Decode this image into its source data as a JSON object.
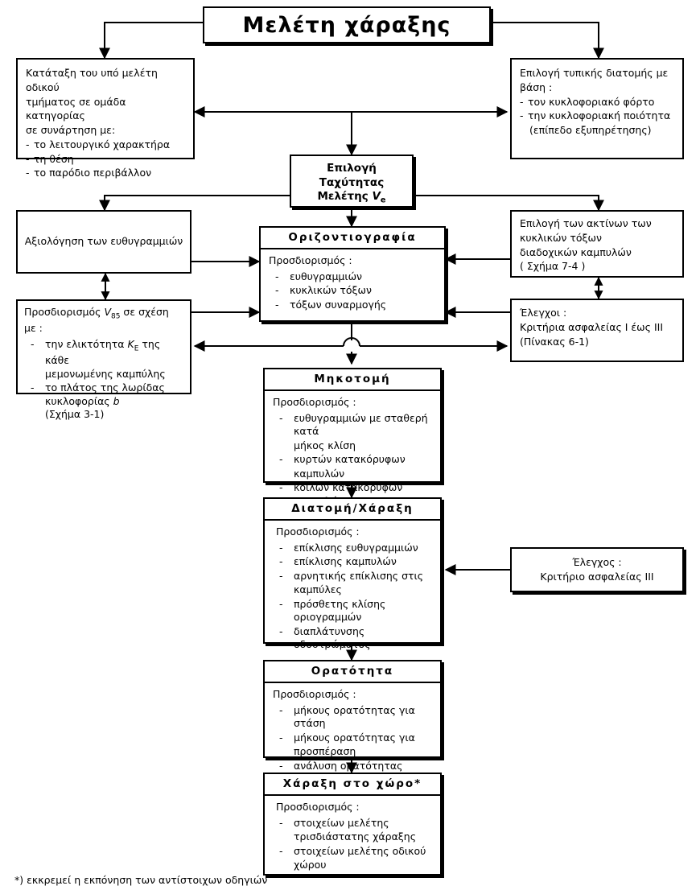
{
  "title": "Μελέτη χάραξης",
  "footnote": "*) εκκρεμεί  η εκπόνηση των αντίστοιχων οδηγιών",
  "nodes": {
    "classification": {
      "lines": [
        "Κατάταξη του υπό μελέτη οδικού",
        "τμήματος σε ομάδα κατηγορίας",
        "σε συνάρτηση με:"
      ],
      "items": [
        "το λειτουργικό χαρακτήρα",
        "τη θέση",
        "το παρόδιο περιβάλλον"
      ]
    },
    "cross_section": {
      "lines": [
        "Επιλογή τυπικής διατομής με",
        "βάση :"
      ],
      "items": [
        "τον κυκλοφοριακό φόρτο",
        "την κυκλοφοριακή ποιότητα"
      ],
      "sub": "(επίπεδο εξυπηρέτησης)"
    },
    "design_speed": {
      "line1": "Επιλογή",
      "line2": "Ταχύτητας",
      "line3_pre": "Μελέτης ",
      "line3_var": "V",
      "line3_sub": "e"
    },
    "evaluation": {
      "text": "Αξιολόγηση των ευθυγραμμιών"
    },
    "v85": {
      "lead_pre": "Προσδιορισμός  ",
      "lead_var": "V",
      "lead_sub": "85",
      "lead_post": " σε σχέση με :",
      "items": [
        {
          "pre": "την ελικτότητα ",
          "var": "K",
          "sub": "E",
          "post": " της κάθε",
          "cont": "μεμονωμένης καμπύλης"
        },
        {
          "pre": "το πλάτος της λωρίδας",
          "var": "",
          "sub": "",
          "post": "",
          "cont": "κυκλοφορίας b"
        }
      ],
      "ref": "(Σχήμα 3-1)"
    },
    "horizontal": {
      "header": "Οριζοντιογραφία",
      "lead": "Προσδιορισμός :",
      "items": [
        "ευθυγραμμιών",
        "κυκλικών τόξων",
        "τόξων συναρμογής"
      ]
    },
    "radii": {
      "lines": [
        "Επιλογή των ακτίνων των",
        "κυκλικών τόξων",
        "διαδοχικών καμπυλών",
        "( Σχήμα 7-4 )"
      ]
    },
    "checks1": {
      "lines": [
        "Έλεγχοι :",
        "Κριτήρια ασφαλείας I έως III",
        "(Πίνακας 6-1)"
      ]
    },
    "profile": {
      "header": "Μηκοτομή",
      "lead": "Προσδιορισμός :",
      "items": [
        "ευθυγραμμιών με σταθερή κατά",
        "μήκος  κλίση",
        "κυρτών κατακόρυφων",
        "καμπυλών",
        "κοίλων κατακόρυφων καμπυλών"
      ],
      "bullets": [
        true,
        false,
        true,
        false,
        true
      ]
    },
    "cross": {
      "header": "Διατομή/Χάραξη",
      "lead": "Προσδιορισμός :",
      "items": [
        "επίκλισης ευθυγραμμιών",
        "επίκλισης καμπυλών",
        "αρνητικής επίκλισης στις",
        "καμπύλες",
        "πρόσθετης κλίσης οριογραμμών",
        "διαπλάτυνσης οδοστρώματος"
      ],
      "bullets": [
        true,
        true,
        true,
        false,
        true,
        true
      ]
    },
    "check2": {
      "line1": "Έλεγχος :",
      "line2": "Κριτήριο ασφαλείας III"
    },
    "visibility": {
      "header": "Ορατότητα",
      "lead": "Προσδιορισμός :",
      "items": [
        "μήκους ορατότητας για στάση",
        "μήκους ορατότητας για",
        "προσπέραση",
        "ανάλυση ορατότητας"
      ],
      "bullets": [
        true,
        true,
        false,
        true
      ]
    },
    "spatial": {
      "header": "Χάραξη στο χώρο*",
      "lead": "Προσδιορισμός :",
      "items": [
        "στοιχείων μελέτης",
        "τρισδιάστατης χάραξης",
        "στοιχείων μελέτης οδικού",
        "χώρου"
      ],
      "bullets": [
        true,
        false,
        true,
        false
      ]
    }
  },
  "colors": {
    "line": "#000000",
    "background": "#ffffff"
  }
}
